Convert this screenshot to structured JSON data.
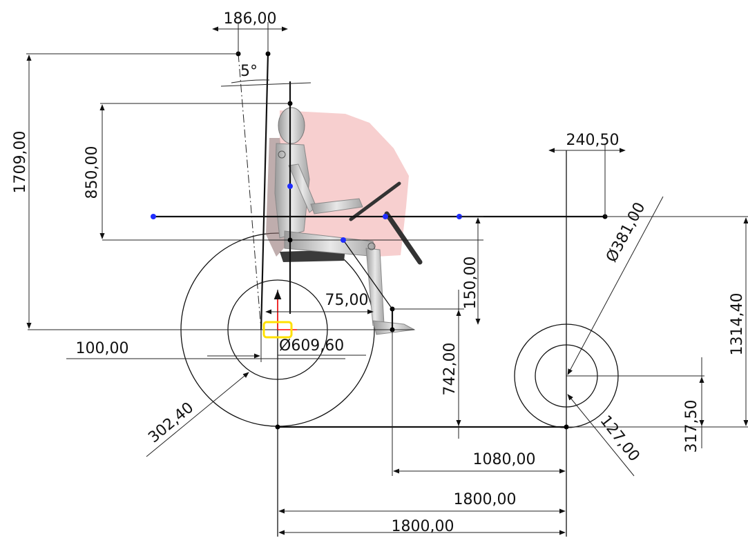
{
  "dimensions": {
    "top_offset": "186,00",
    "angle": "5°",
    "total_height": "1709,00",
    "torso_height": "850,00",
    "front_offset": "240,50",
    "front_wheel_diameter": "Ø381,00",
    "seat_step": "150,00",
    "seat_front": "75,00",
    "rear_wheel_diameter": "Ø609,60",
    "overall_height": "1314,40",
    "rear_hub_offset": "100,00",
    "rear_inner_radius": "302,40",
    "foot_height": "742,00",
    "front_axle_height": "317,50",
    "front_inner_radius": "127,00",
    "foot_distance": "1080,00",
    "wheelbase_upper": "1800,00",
    "wheelbase_lower": "1800,00"
  },
  "colors": {
    "line": "#111111",
    "sweep_region": "#f6caca",
    "point_blue": "#1f2dff",
    "origin_x_arrow": "#ff0000",
    "origin_marker": "#ffe000",
    "figure": "#c9c9c9"
  }
}
